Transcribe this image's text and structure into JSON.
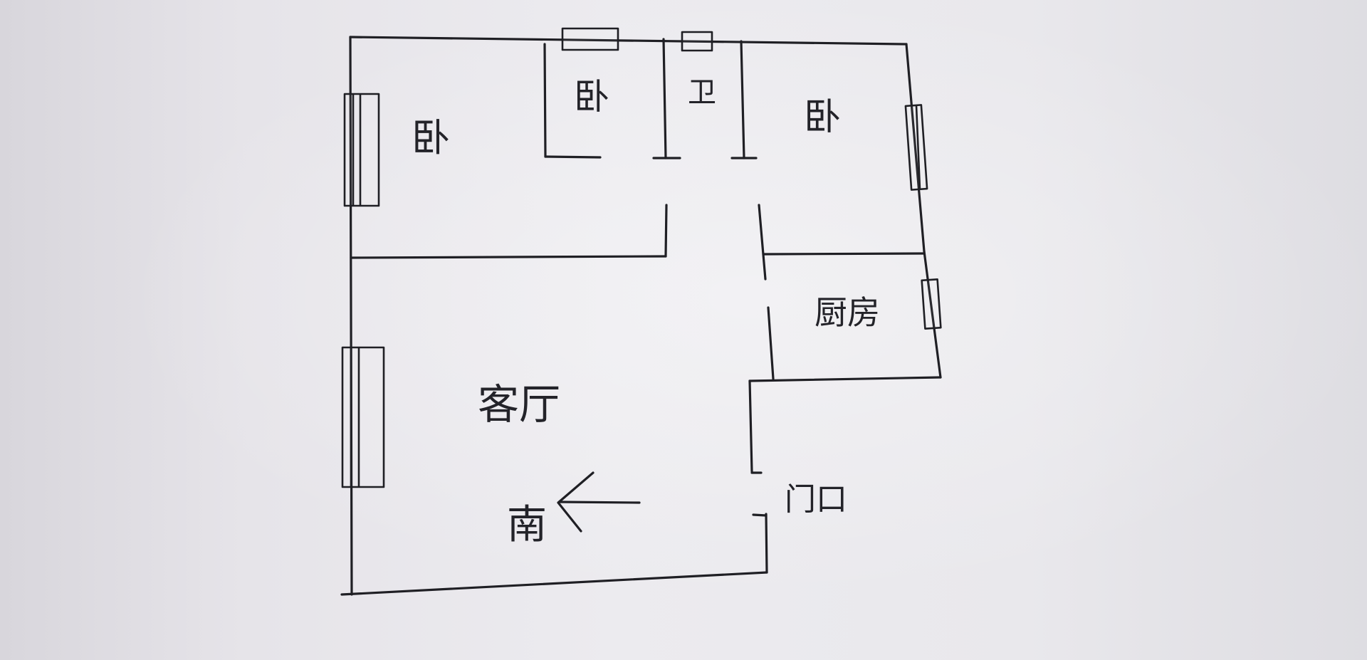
{
  "rooms": {
    "bedroom_left": "卧",
    "bedroom_middle": "卧",
    "bathroom": "卫",
    "bedroom_right": "卧",
    "kitchen": "厨房",
    "living_room": "客厅"
  },
  "entrance_label": "门口",
  "south_label": "南",
  "colors": {
    "ink": "#1f1f24",
    "paper": "#e8e7eb"
  },
  "icons": {
    "arrow": "left-arrow-icon"
  }
}
